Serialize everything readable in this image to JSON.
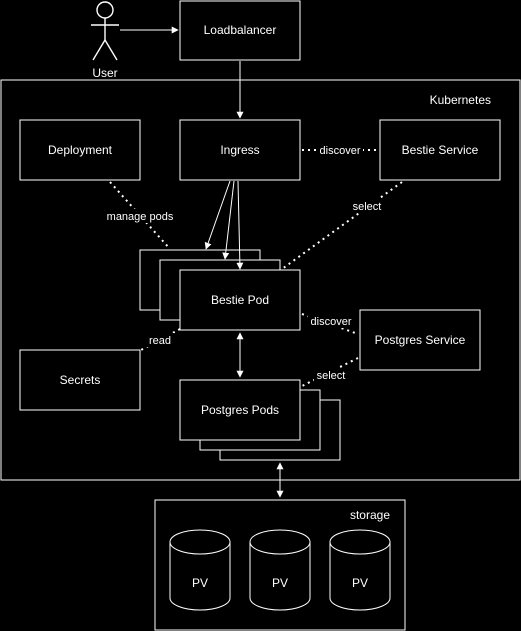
{
  "actor": {
    "label": "User",
    "icon": "person-icon"
  },
  "loadbalancer": {
    "label": "Loadbalancer"
  },
  "cluster": {
    "label": "Kubernetes"
  },
  "nodes": {
    "deployment": "Deployment",
    "ingress": "Ingress",
    "bestie_service": "Bestie Service",
    "bestie_pod": "Bestie Pod",
    "postgres_service": "Postgres Service",
    "secrets": "Secrets",
    "postgres_pods": "Postgres Pods"
  },
  "edges": {
    "ingress_bestie_service": "discover",
    "deployment_pods": "manage pods",
    "bestie_service_pods": "select",
    "pod_postgres_service": "discover",
    "pod_secrets": "read",
    "postgres_service_pods": "select"
  },
  "storage": {
    "label": "storage",
    "volumes": [
      "PV",
      "PV",
      "PV"
    ]
  },
  "colors": {
    "background": "#000000",
    "stroke": "#ffffff",
    "text": "#ffffff"
  }
}
